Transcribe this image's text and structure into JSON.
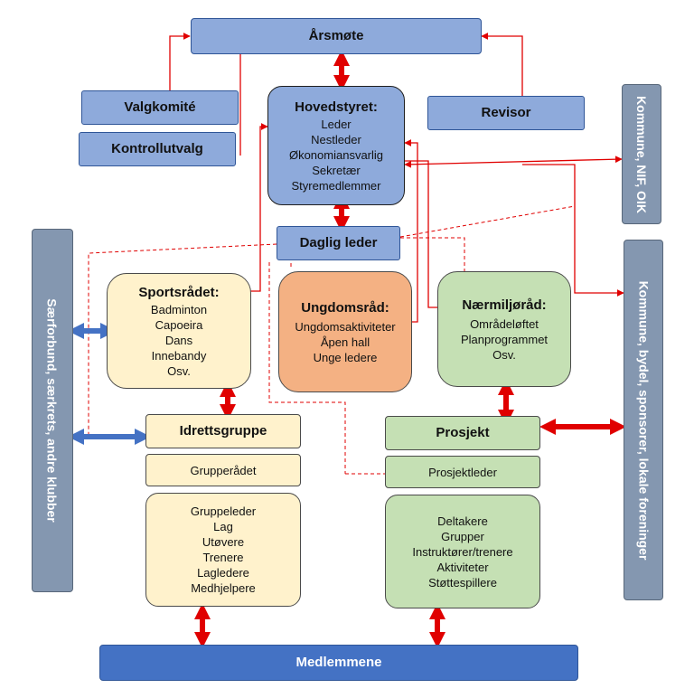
{
  "arsmote": "Årsmøte",
  "valgkomite": "Valgkomité",
  "kontrollutvalg": "Kontrollutvalg",
  "revisor": "Revisor",
  "hovedstyret": {
    "title": "Hovedstyret:",
    "items": [
      "Leder",
      "Nestleder",
      "Økonomiansvarlig",
      "Sekretær",
      "Styremedlemmer"
    ]
  },
  "daglig_leder": "Daglig leder",
  "sportsradet": {
    "title": "Sportsrådet:",
    "items": [
      "Badminton",
      "Capoeira",
      "Dans",
      "Innebandy",
      "Osv."
    ]
  },
  "ungdomsrad": {
    "title": "Ungdomsråd:",
    "items": [
      "Ungdomsaktiviteter",
      "Åpen hall",
      "Unge ledere"
    ]
  },
  "narmiljorad": {
    "title": "Nærmiljøråd:",
    "items": [
      "Områdeløftet",
      "Planprogrammet",
      "Osv."
    ]
  },
  "idrettsgruppe": "Idrettsgruppe",
  "grupperadet": "Grupperådet",
  "gruppe_members": [
    "Gruppeleder",
    "Lag",
    "Utøvere",
    "Trenere",
    "Lagledere",
    "Medhjelpere"
  ],
  "prosjekt": "Prosjekt",
  "prosjektleder": "Prosjektleder",
  "prosjekt_members": [
    "Deltakere",
    "Grupper",
    "Instruktører/trenere",
    "Aktiviteter",
    "Støttespillere"
  ],
  "medlemmene": "Medlemmene",
  "left_side": "Særforbund, særkrets, andre klubber",
  "right_top": "Kommune, NIF, OIK",
  "right_bottom": "Kommune, bydel, sponsorer, lokale foreninger",
  "colors": {
    "blue_fill": "#8eaadb",
    "dark_blue": "#4472c4",
    "yellow": "#fff2cc",
    "orange": "#f4b183",
    "green": "#c5e0b4",
    "grey": "#8497b0",
    "red_arrow": "#e00000",
    "blue_arrow": "#4472c4"
  }
}
